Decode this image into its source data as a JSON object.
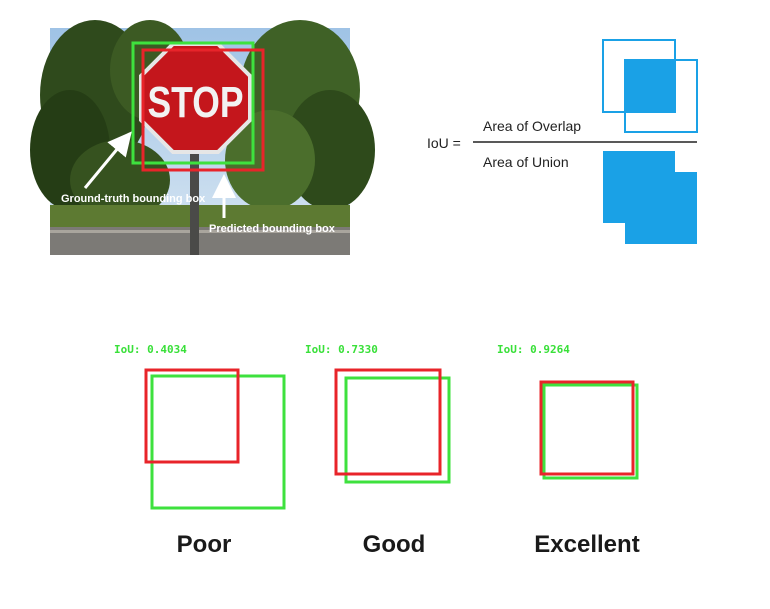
{
  "photo": {
    "sign_text": "STOP",
    "ground_truth_label": "Ground-truth bounding box",
    "predicted_label": "Predicted bounding box"
  },
  "formula": {
    "lhs": "IoU =",
    "numerator": "Area of Overlap",
    "denominator": "Area of Union"
  },
  "examples": [
    {
      "score_text": "IoU: 0.4034",
      "quality": "Poor"
    },
    {
      "score_text": "IoU: 0.7330",
      "quality": "Good"
    },
    {
      "score_text": "IoU: 0.9264",
      "quality": "Excellent"
    }
  ],
  "colors": {
    "ground_truth": "#3ee13e",
    "predicted": "#e8242a",
    "diagram_blue": "#1aa1e6",
    "score_text": "#39e039"
  }
}
